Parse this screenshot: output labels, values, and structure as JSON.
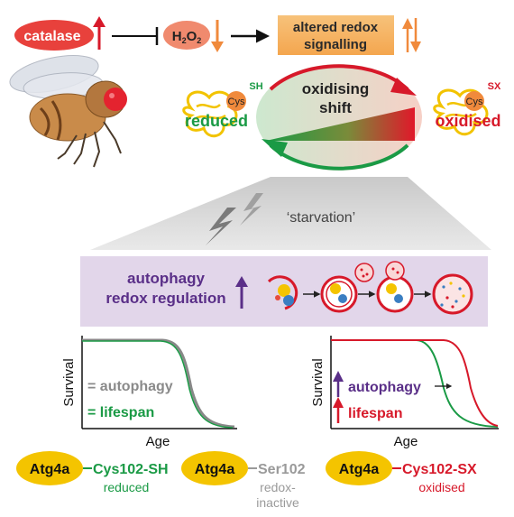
{
  "top_row": {
    "catalase": "catalase",
    "h2o2_main": "H",
    "h2o2_sub1": "2",
    "h2o2_mid": "O",
    "h2o2_sub2": "2",
    "signalling_line1": "altered redox",
    "signalling_line2": "signalling"
  },
  "redox_cycle": {
    "title_line1": "oxidising",
    "title_line2": "shift",
    "reduced_label": "reduced",
    "oxidised_label": "oxidised",
    "cys_label": "Cys",
    "sh_label": "SH",
    "sx_label": "SX"
  },
  "starvation_label": "‘starvation’",
  "autophagy_panel": {
    "line1": "autophagy",
    "line2": "redox regulation"
  },
  "left_plot": {
    "ylabel": "Survival",
    "xlabel": "Age",
    "legend_autophagy": "= autophagy",
    "legend_lifespan": "= lifespan"
  },
  "right_plot": {
    "ylabel": "Survival",
    "xlabel": "Age",
    "legend_autophagy": "autophagy",
    "legend_lifespan": "lifespan"
  },
  "bottom": {
    "atg_wt": "Atg4a",
    "cys_sh": "Cys102-SH",
    "reduced": "reduced",
    "atg_ser": "Atg4a",
    "ser102": "Ser102",
    "inactive_line1": "redox-",
    "inactive_line2": "inactive",
    "atg_ox": "Atg4a",
    "cys_sx": "Cys102-SX",
    "oxidised": "oxidised"
  },
  "colors": {
    "red": "#d7192a",
    "green": "#1a9a45",
    "orange": "#f08a3c",
    "purple": "#5a2f88",
    "gray": "#9a9a9a",
    "yellow": "#f4c400"
  }
}
